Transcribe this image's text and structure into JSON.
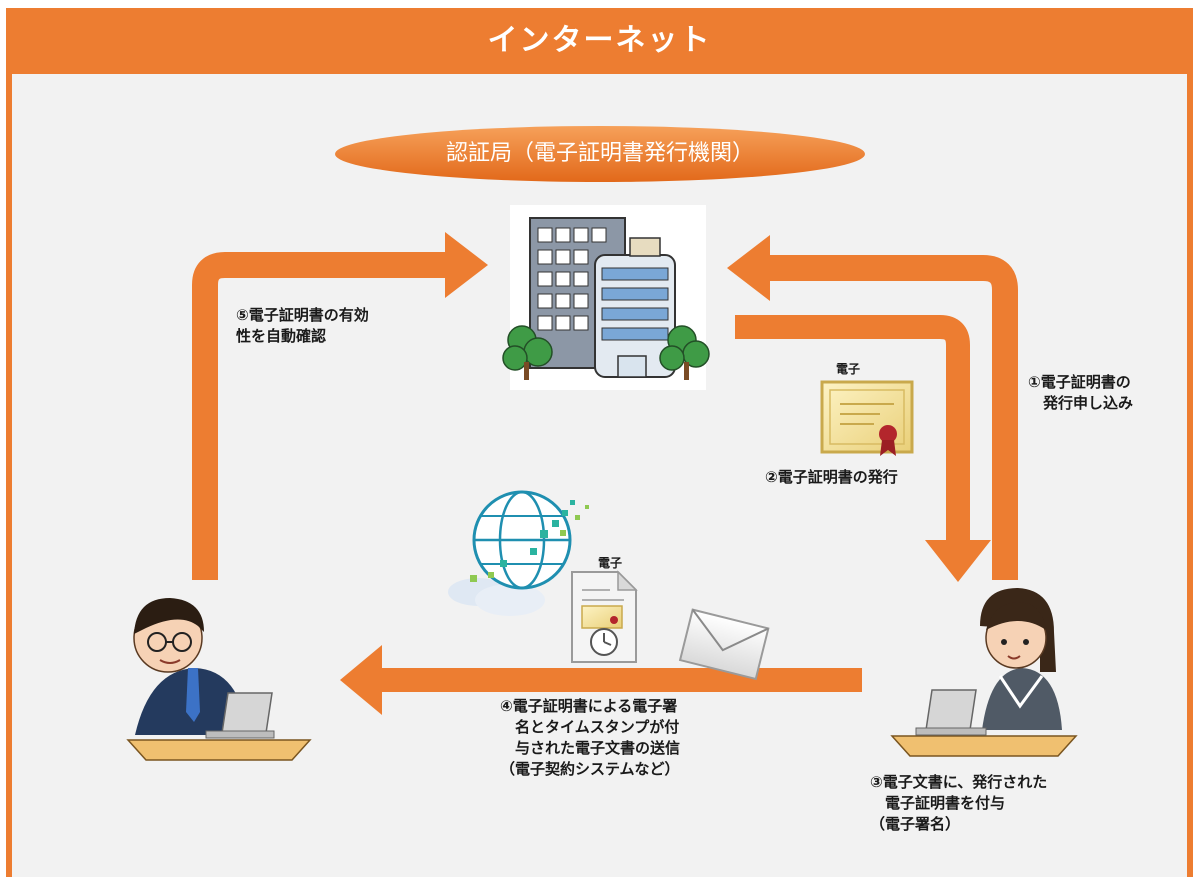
{
  "header": {
    "title": "インターネット"
  },
  "ca": {
    "label": "認証局（電子証明書発行機関）"
  },
  "steps": {
    "step1": "①電子証明書の\n　発行申し込み",
    "step2": "②電子証明書の発行",
    "step3": "③電子文書に、発行された\n　電子証明書を付与\n（電子署名）",
    "step4": "④電子証明書による電子署\n　名とタイムスタンプが付\n　与された電子文書の送信\n（電子契約システムなど）",
    "step5": "⑤電子証明書の有効\n性を自動確認"
  },
  "labels": {
    "cert_small": "電子",
    "doc_small": "電子"
  },
  "colors": {
    "accent": "#ed7d31",
    "panel": "#f2f2f2",
    "banner_text": "#ffffff"
  },
  "icons": [
    "building-icon",
    "certificate-icon",
    "globe-icon",
    "document-icon",
    "envelope-icon",
    "man-at-laptop-icon",
    "woman-at-laptop-icon"
  ]
}
